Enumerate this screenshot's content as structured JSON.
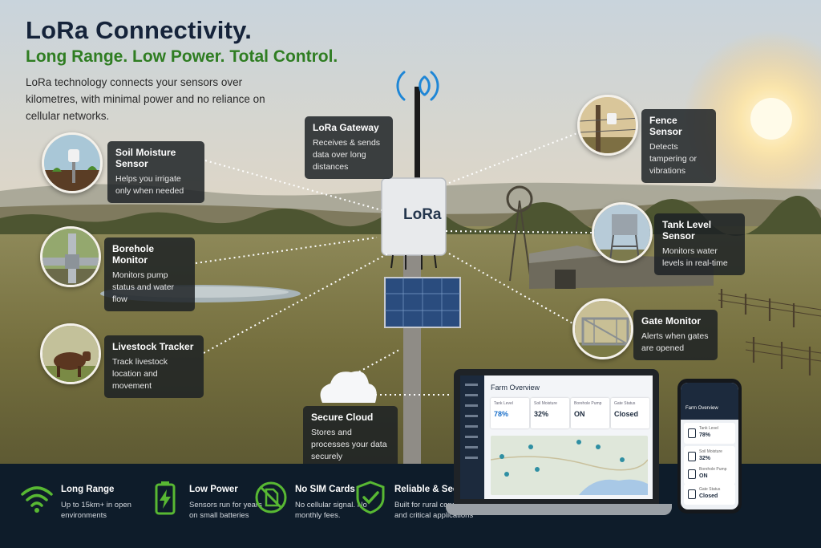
{
  "header": {
    "title": "LoRa Connectivity.",
    "subtitle": "Long Range. Low Power. Total Control.",
    "intro": "LoRa technology connects your sensors over kilometres, with minimal power and no reliance on cellular networks."
  },
  "gateway": {
    "logo": "LoRa",
    "title": "LoRa Gateway",
    "desc": "Receives & sends data over long distances"
  },
  "sensors": {
    "soil": {
      "title": "Soil Moisture Sensor",
      "desc": "Helps you irrigate only when needed"
    },
    "borehole": {
      "title": "Borehole Monitor",
      "desc": "Monitors pump status and water flow"
    },
    "livestock": {
      "title": "Livestock Tracker",
      "desc": "Track livestock location and movement"
    },
    "fence": {
      "title": "Fence Sensor",
      "desc": "Detects tampering or vibrations"
    },
    "tank": {
      "title": "Tank Level Sensor",
      "desc": "Monitors water levels in real-time"
    },
    "gate": {
      "title": "Gate Monitor",
      "desc": "Alerts when gates are opened"
    }
  },
  "cloud": {
    "title": "Secure Cloud",
    "desc": "Stores and processes your data securely"
  },
  "dashboard": {
    "title": "Farm Overview",
    "tiles": [
      {
        "label": "Tank Level",
        "value": "78%"
      },
      {
        "label": "Soil Moisture",
        "value": "32%"
      },
      {
        "label": "Borehole Pump",
        "value": "ON"
      },
      {
        "label": "Gate Status",
        "value": "Closed"
      }
    ]
  },
  "mobile": {
    "title": "Farm Overview",
    "rows": [
      {
        "label": "Tank Level",
        "value": "78%"
      },
      {
        "label": "Soil Moisture",
        "value": "32%"
      },
      {
        "label": "Borehole Pump",
        "value": "ON"
      },
      {
        "label": "Gate Status",
        "value": "Closed"
      }
    ]
  },
  "features": [
    {
      "title": "Long Range",
      "desc": "Up to 15km+ in open environments",
      "icon": "wifi-icon"
    },
    {
      "title": "Low Power",
      "desc": "Sensors run for years on small batteries",
      "icon": "battery-icon"
    },
    {
      "title": "No SIM Cards",
      "desc": "No cellular signal. No monthly fees.",
      "icon": "no-sim-icon"
    },
    {
      "title": "Reliable & Secure",
      "desc": "Built for rural conditions and critical applications",
      "icon": "shield-check-icon"
    }
  ],
  "colors": {
    "title": "#15233a",
    "accent_green": "#2f7d22",
    "card_bg": "#1c2024",
    "bottom_bar": "#0e1c2a",
    "feature_icon": "#58b833",
    "link_dots": "#ffffff"
  }
}
